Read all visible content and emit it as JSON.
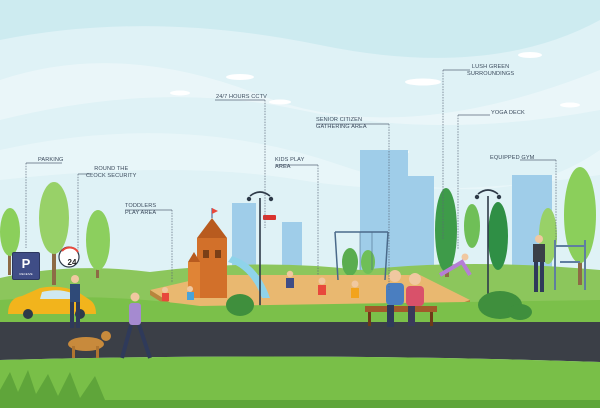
{
  "labels": {
    "parking": "PARKING",
    "security": [
      "ROUND THE",
      "CLOCK SECURITY"
    ],
    "toddlers": [
      "TODDLERS",
      "PLAY AREA"
    ],
    "cctv": "24/7 HOURS CCTV",
    "kids": [
      "KIDS PLAY",
      "AREA"
    ],
    "senior": [
      "SENIOR  CITIZEN",
      "GATHERING AREA"
    ],
    "green": [
      "LUSH GREEN",
      "SURROUNDINGS"
    ],
    "yoga": "YOGA  DECK",
    "gym": "EQUIPPED GYM"
  },
  "parking_sign": {
    "letter": "P",
    "subtitle": "RECEIVE"
  },
  "clock": {
    "hours": "24"
  },
  "colors": {
    "sky": "#dff2f6",
    "grass": "#7bc04a",
    "path": "#3b3f47",
    "sand": "#e9b870",
    "car": "#f2b41c",
    "building": "#9fcde9"
  }
}
